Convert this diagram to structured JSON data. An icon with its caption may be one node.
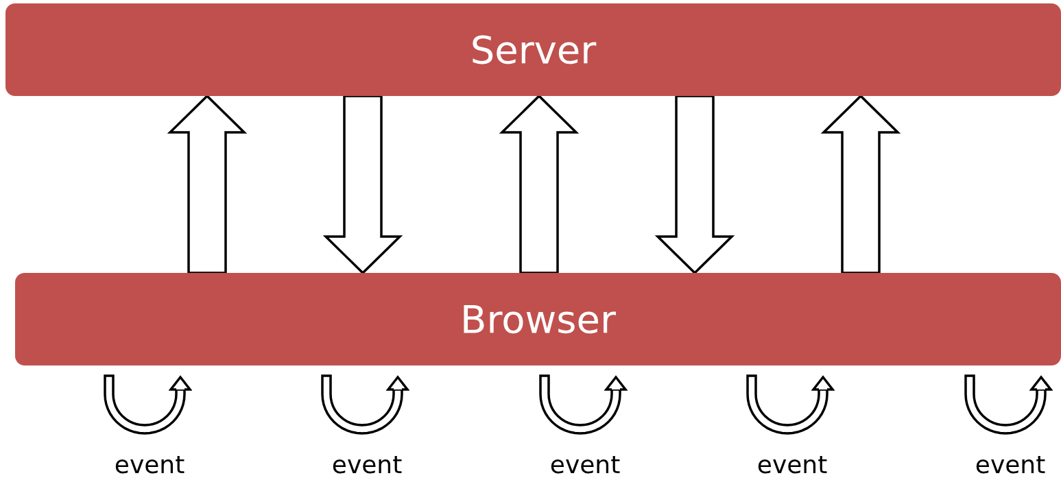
{
  "diagram": {
    "nodes": [
      {
        "text": [
          "Server"
        ]
      },
      {
        "text": [
          "Browser"
        ]
      }
    ],
    "edges": [
      {
        "from": 1,
        "to": 0,
        "arrow": "to"
      },
      {
        "from": 0,
        "to": 1,
        "arrow": "to"
      },
      {
        "from": 1,
        "to": 0,
        "arrow": "to"
      },
      {
        "from": 0,
        "to": 1,
        "arrow": "to"
      },
      {
        "from": 1,
        "to": 0,
        "arrow": "to"
      }
    ],
    "labels": [
      "event",
      "event",
      "event",
      "event",
      "event"
    ]
  }
}
